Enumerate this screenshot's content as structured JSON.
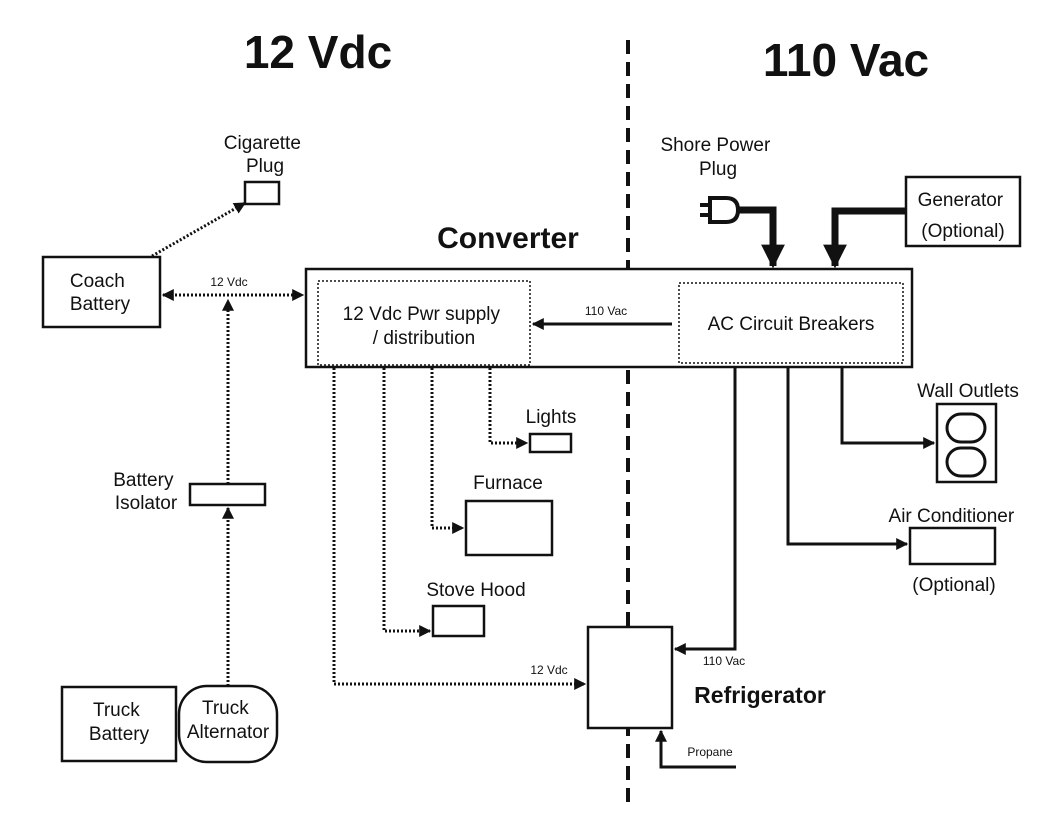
{
  "headings": {
    "dc_side": "12 Vdc",
    "ac_side": "110 Vac",
    "converter": "Converter",
    "refrigerator": "Refrigerator"
  },
  "components": {
    "cigarette_plug": [
      "Cigarette",
      "Plug"
    ],
    "coach_battery": [
      "Coach",
      "Battery"
    ],
    "battery_isolator": [
      "Battery",
      "Isolator"
    ],
    "truck_battery": [
      "Truck",
      "Battery"
    ],
    "truck_alternator": [
      "Truck",
      "Alternator"
    ],
    "shore_power_plug": [
      "Shore Power",
      "Plug"
    ],
    "generator": [
      "Generator",
      "(Optional)"
    ],
    "pwr_supply": [
      "12 Vdc Pwr supply",
      "/ distribution"
    ],
    "ac_breakers": "AC Circuit Breakers",
    "lights": "Lights",
    "furnace": "Furnace",
    "stove_hood": "Stove Hood",
    "wall_outlets": "Wall Outlets",
    "air_conditioner": [
      "Air Conditioner",
      "(Optional)"
    ]
  },
  "wire_labels": {
    "dc_bus": "12 Vdc",
    "ac_feed": "110 Vac",
    "fridge_dc": "12 Vdc",
    "fridge_ac": "110 Vac",
    "propane": "Propane"
  }
}
